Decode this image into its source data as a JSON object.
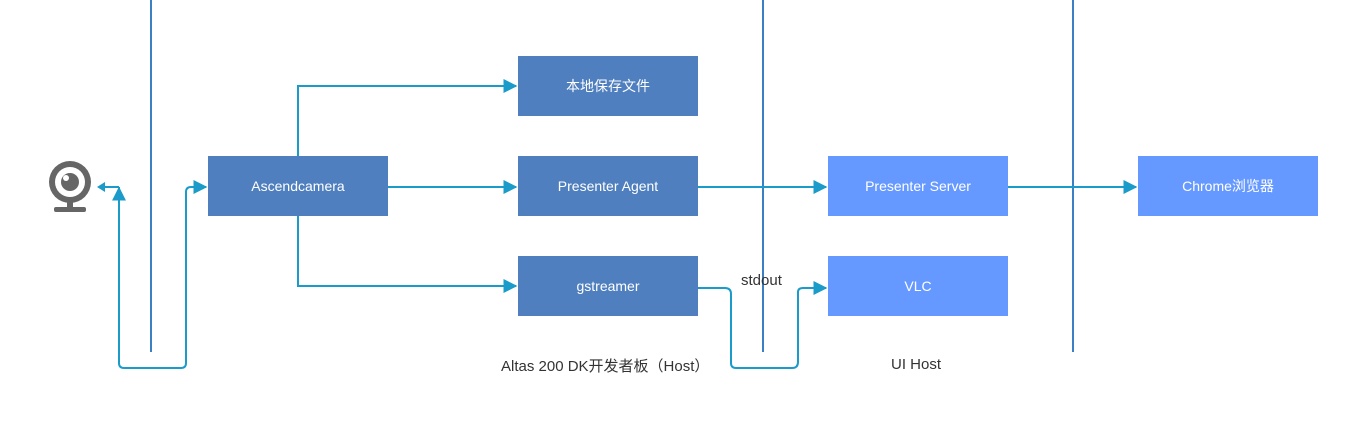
{
  "nodes": {
    "ascendcamera": "Ascendcamera",
    "local_file": "本地保存文件",
    "presenter_agent": "Presenter Agent",
    "gstreamer": "gstreamer",
    "presenter_server": "Presenter Server",
    "vlc": "VLC",
    "chrome": "Chrome浏览器"
  },
  "labels": {
    "stdout": "stdout",
    "board": "Altas 200 DK开发者板（Host）",
    "ui_host": "UI Host"
  },
  "icons": {
    "camera": "webcam-icon"
  },
  "colors": {
    "dark_box": "#4f7fbe",
    "light_box": "#6699ff",
    "arrow": "#1a9bc9",
    "divider": "#3b7fc4"
  }
}
